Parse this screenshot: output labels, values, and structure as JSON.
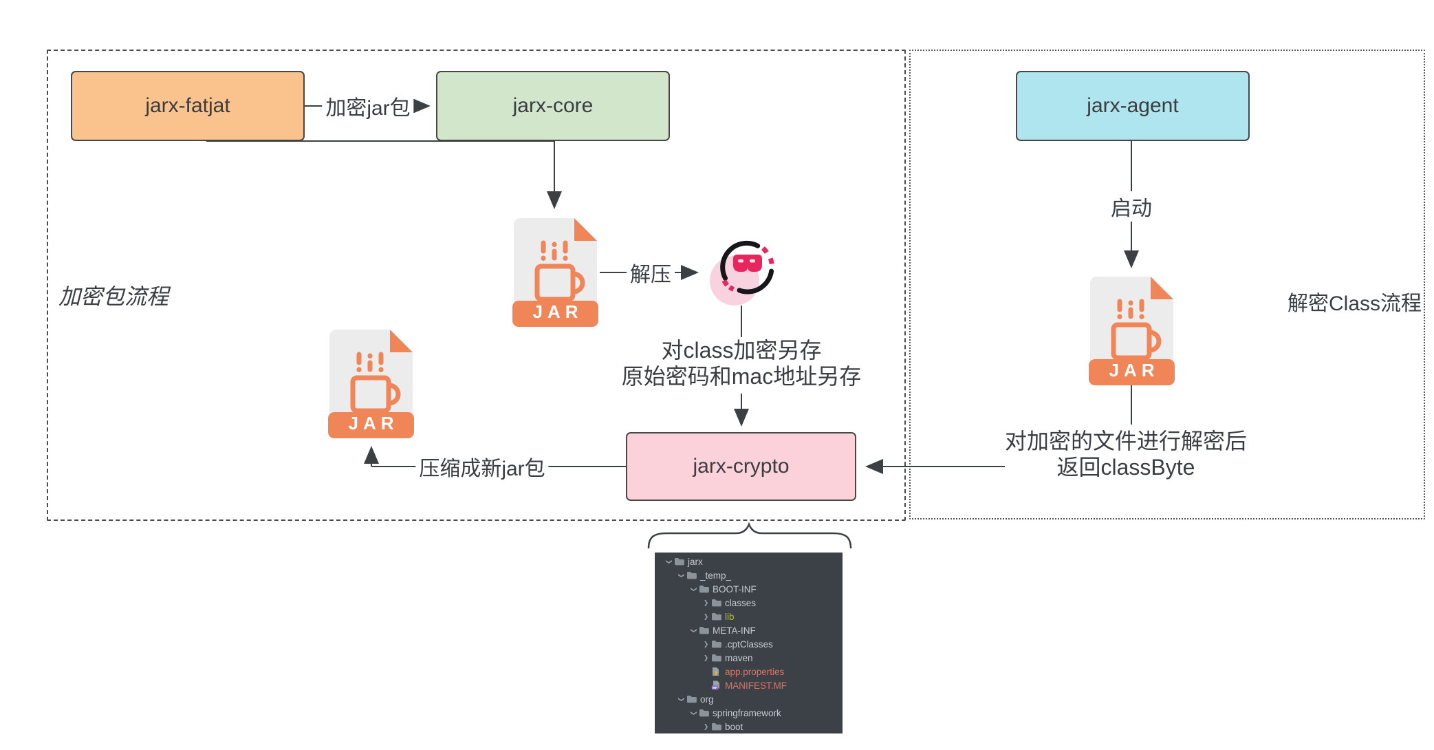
{
  "sections": {
    "encrypt": {
      "label": "加密包流程"
    },
    "decrypt": {
      "label": "解密Class流程"
    }
  },
  "nodes": {
    "fatjat": {
      "label": "jarx-fatjat",
      "fill": "#fac28d"
    },
    "core": {
      "label": "jarx-core",
      "fill": "#d2e6cc"
    },
    "agent": {
      "label": "jarx-agent",
      "fill": "#aee5ee"
    },
    "crypto": {
      "label": "jarx-crypto",
      "fill": "#fbd1da"
    }
  },
  "edges": {
    "encrypt_jar": "加密jar包",
    "unzip": "解压",
    "start": "启动",
    "zip_new_jar": "压缩成新jar包",
    "class_save_line1": "对class加密另存",
    "class_save_line2": "原始密码和mac地址另存",
    "decrypt_line1": "对加密的文件进行解密后",
    "decrypt_line2": "返回classByte"
  },
  "jar_icon": {
    "badge": "JAR",
    "accent": "#f08658",
    "paper": "#ececec"
  },
  "incognito_icon": {
    "circle": "#f8d2de",
    "mask": "#e8265e",
    "arc": "#17171a"
  },
  "tree": {
    "colors": {
      "default": "#c6cbd1",
      "lib": "#b4bd31",
      "accent": "#e0735f",
      "background": "#3c4147"
    },
    "items": [
      {
        "label": "jarx",
        "level": 0,
        "kind": "folder",
        "state": "open"
      },
      {
        "label": "_temp_",
        "level": 1,
        "kind": "folder",
        "state": "open"
      },
      {
        "label": "BOOT-INF",
        "level": 2,
        "kind": "folder",
        "state": "open"
      },
      {
        "label": "classes",
        "level": 3,
        "kind": "folder",
        "state": "closed"
      },
      {
        "label": "lib",
        "level": 3,
        "kind": "folder",
        "state": "closed",
        "color": "lib"
      },
      {
        "label": "META-INF",
        "level": 2,
        "kind": "folder",
        "state": "open"
      },
      {
        "label": ".cptClasses",
        "level": 3,
        "kind": "folder",
        "state": "closed"
      },
      {
        "label": "maven",
        "level": 3,
        "kind": "folder",
        "state": "closed"
      },
      {
        "label": "app.properties",
        "level": 3,
        "kind": "file-props",
        "color": "accent"
      },
      {
        "label": "MANIFEST.MF",
        "level": 3,
        "kind": "file-mf",
        "color": "accent"
      },
      {
        "label": "org",
        "level": 1,
        "kind": "folder",
        "state": "open"
      },
      {
        "label": "springframework",
        "level": 2,
        "kind": "folder",
        "state": "open"
      },
      {
        "label": "boot",
        "level": 3,
        "kind": "folder",
        "state": "closed"
      }
    ]
  }
}
